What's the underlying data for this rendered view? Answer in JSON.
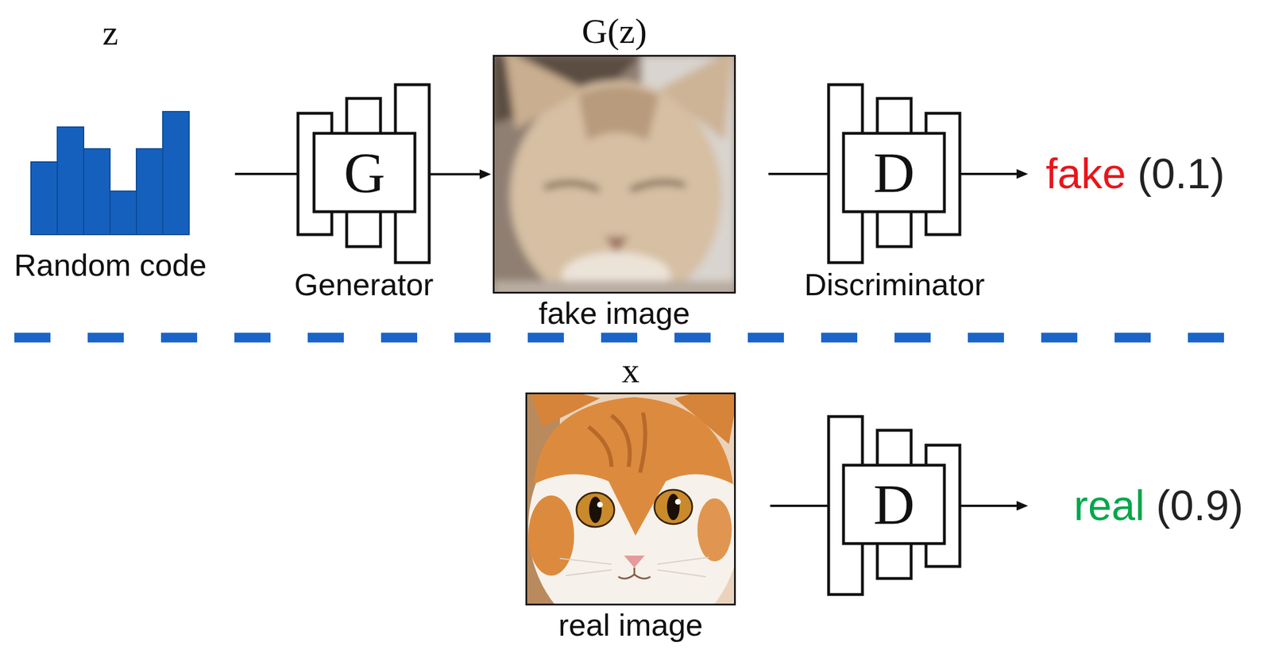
{
  "diagram": {
    "nodes": [
      {
        "text": [
          "z",
          "Random code"
        ]
      },
      {
        "text": [
          "G",
          "Generator"
        ]
      },
      {
        "text": [
          "G(z)",
          "fake image"
        ]
      },
      {
        "text": [
          "D",
          "Discriminator"
        ]
      },
      {
        "text": [
          "fake",
          "(0.1)"
        ]
      },
      {
        "text": [
          "x",
          "real image"
        ]
      },
      {
        "text": [
          "D"
        ]
      },
      {
        "text": [
          "real",
          "(0.9)"
        ]
      }
    ],
    "edges": [
      {
        "from": 0,
        "to": 1,
        "arrow": "none"
      },
      {
        "from": 1,
        "to": 2,
        "arrow": "to"
      },
      {
        "from": 2,
        "to": 3,
        "arrow": "none"
      },
      {
        "from": 3,
        "to": 4,
        "arrow": "to"
      },
      {
        "from": 5,
        "to": 6,
        "arrow": "none"
      },
      {
        "from": 6,
        "to": 7,
        "arrow": "to"
      }
    ]
  }
}
